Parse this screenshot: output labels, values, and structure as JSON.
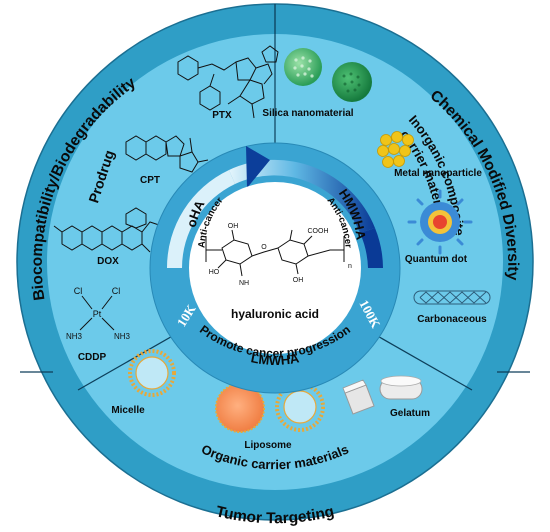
{
  "outer_ring": {
    "left": "Biocompatibility/Biodegradability",
    "right": "Chemical Modified Diversity",
    "bottom": "Tumor Targeting"
  },
  "sections": {
    "prodrug": {
      "title": "Prodrug",
      "drugs": [
        "PTX",
        "CPT",
        "DOX",
        "CDDP"
      ]
    },
    "inorganic": {
      "title_line1": "Inorganic composite",
      "title_line2": "carrier materials",
      "items": [
        "Silica nanomaterial",
        "Metal nanoparticle",
        "Quantum dot",
        "Carbonaceous"
      ]
    },
    "organic": {
      "title": "Organic carrier materials",
      "items": [
        "Micelle",
        "Liposome",
        "Gelatum"
      ]
    }
  },
  "inner_ring": {
    "left_title": "oHA",
    "left_sub": "Anti-cancer",
    "right_title": "HMWHA",
    "right_sub": "Anti-cancer",
    "bottom_title": "LMWHA",
    "bottom_sub": "Promote cancer progression",
    "mark_low": "10K",
    "mark_high": "100K"
  },
  "center": {
    "label": "hyaluronic acid",
    "atoms": {
      "oh": "OH",
      "cooh": "COOH",
      "o": "O",
      "nh": "NH",
      "ho": "HO",
      "n": "n"
    }
  },
  "cddp": {
    "cl": "Cl",
    "pt": "Pt",
    "nh3": "NH3"
  },
  "colors": {
    "outer_ring": "#2f9ec6",
    "sections": "#6ccaea",
    "center": "#ffffff",
    "arrow_dark": "#0c3e9a",
    "arrow_light": "#d8f1fb",
    "silica": "#3bb46a",
    "metal": "#f0c419",
    "quantum_dot": "#3b8bd6",
    "liposome": "#f48a55"
  }
}
